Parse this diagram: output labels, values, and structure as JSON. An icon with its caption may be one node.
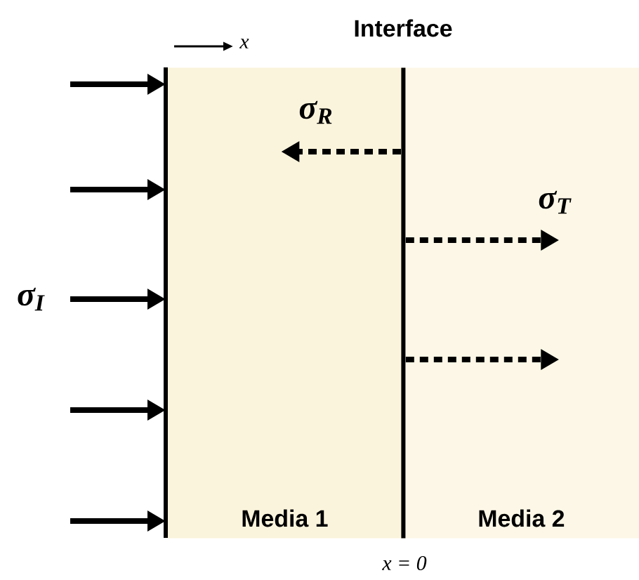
{
  "diagram": {
    "nodes": [
      {
        "text": [
          "Media 1"
        ]
      },
      {
        "text": [
          "Media 2"
        ]
      },
      {
        "text": [
          "Interface"
        ]
      }
    ],
    "edges": [
      {
        "from": null,
        "to": 0,
        "arrow": "to"
      },
      {
        "from": null,
        "to": 0,
        "arrow": "to"
      },
      {
        "from": null,
        "to": 0,
        "arrow": "to"
      },
      {
        "from": null,
        "to": 0,
        "arrow": "to"
      },
      {
        "from": null,
        "to": 0,
        "arrow": "to"
      },
      {
        "from": 2,
        "to": 0,
        "arrow": "to",
        "style": "dashed"
      },
      {
        "from": 2,
        "to": 1,
        "arrow": "to",
        "style": "dashed"
      },
      {
        "from": 2,
        "to": 1,
        "arrow": "to",
        "style": "dashed"
      }
    ],
    "labels": [
      "x",
      "σ$_{R}$",
      "σ$_{T}$",
      "σ$_{I}$",
      "x = 0"
    ]
  }
}
